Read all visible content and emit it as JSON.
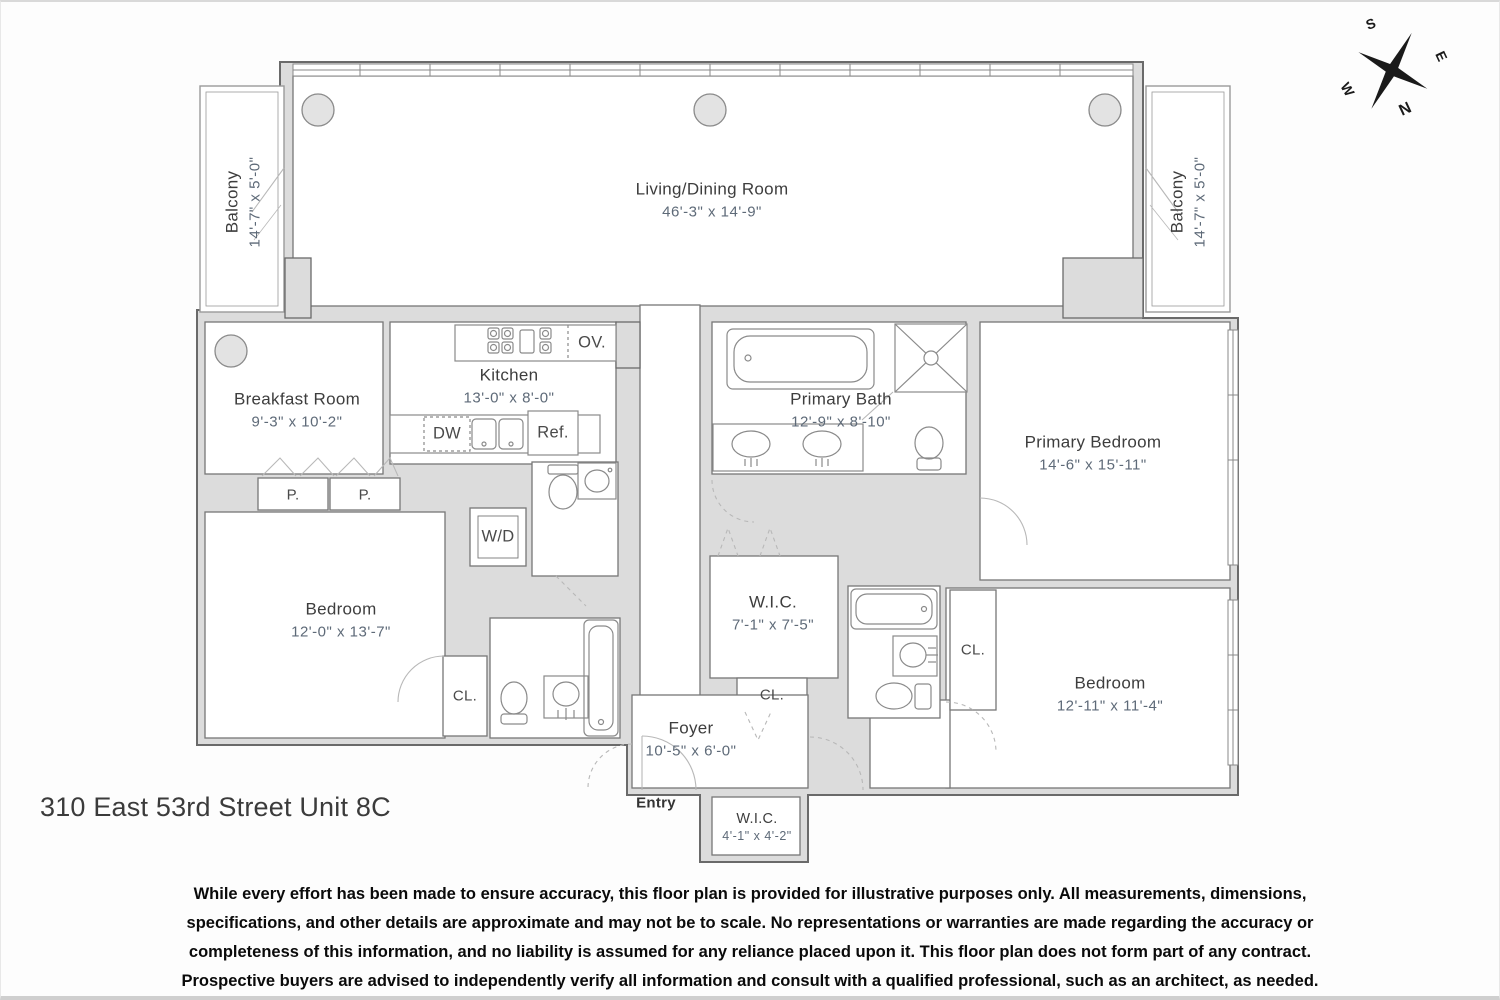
{
  "page": {
    "address": "310 East 53rd Street Unit 8C"
  },
  "compass": {
    "n": "N",
    "s": "S",
    "e": "E",
    "w": "W"
  },
  "rooms": {
    "living_dining": {
      "name": "Living/Dining Room",
      "dims": "46'-3\" x 14'-9\""
    },
    "balcony_left": {
      "name": "Balcony",
      "dims": "14'-7\" x 5'-0\""
    },
    "balcony_right": {
      "name": "Balcony",
      "dims": "14'-7\" x 5'-0\""
    },
    "breakfast_room": {
      "name": "Breakfast Room",
      "dims": "9'-3\" x 10'-2\""
    },
    "kitchen": {
      "name": "Kitchen",
      "dims": "13'-0\" x 8'-0\""
    },
    "primary_bath": {
      "name": "Primary Bath",
      "dims": "12'-9\" x 8'-10\""
    },
    "primary_bedroom": {
      "name": "Primary Bedroom",
      "dims": "14'-6\" x 15'-11\""
    },
    "bedroom_left": {
      "name": "Bedroom",
      "dims": "12'-0\" x 13'-7\""
    },
    "bedroom_right": {
      "name": "Bedroom",
      "dims": "12'-11\" x 11'-4\""
    },
    "wic_center": {
      "name": "W.I.C.",
      "dims": "7'-1\" x 7'-5\""
    },
    "wic_entry": {
      "name": "W.I.C.",
      "dims": "4'-1\" x 4'-2\""
    },
    "foyer": {
      "name": "Foyer",
      "dims": "10'-5\" x 6'-0\""
    }
  },
  "fixtures": {
    "oven": "OV.",
    "dishwasher": "DW",
    "refrigerator": "Ref.",
    "washer_dryer": "W/D",
    "pantry1": "P.",
    "pantry2": "P.",
    "closet_left": "CL.",
    "closet_foyer": "CL.",
    "closet_right": "CL.",
    "entry": "Entry"
  },
  "disclaimer": {
    "lines": [
      "While every effort has been made to ensure accuracy, this floor plan is provided for illustrative purposes only. All measurements, dimensions,",
      "specifications, and other details are approximate and may not be to scale. No representations or warranties are made regarding the accuracy or",
      "completeness of this information, and no liability is assumed for any reliance placed upon it. This floor plan does not form part of any contract.",
      "Prospective buyers are advised to independently verify all information and consult with a qualified professional, such as an architect, as needed."
    ]
  },
  "colors": {
    "wall_fill": "#dcdcdc",
    "wall_stroke": "#6a6a6a",
    "room_fill": "#ffffff",
    "dims_text": "#5e6a78",
    "name_text": "#3d3d3d"
  }
}
